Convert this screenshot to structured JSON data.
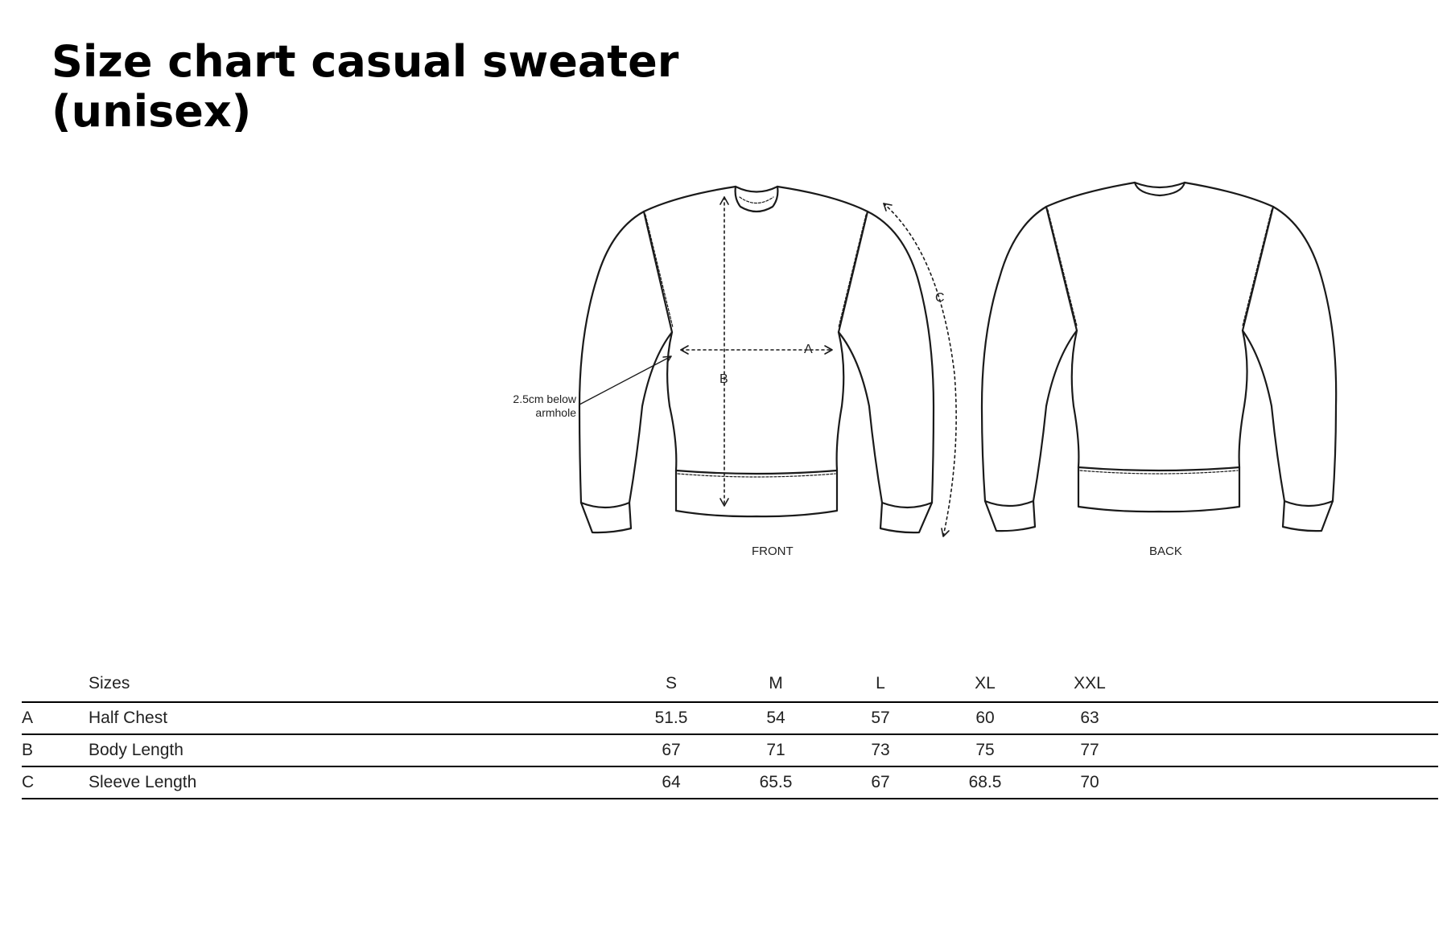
{
  "title_line1": "Size chart casual sweater",
  "title_line2": "(unisex)",
  "illustration": {
    "front_label": "FRONT",
    "back_label": "BACK",
    "marker_a": "A",
    "marker_b": "B",
    "marker_c": "C",
    "armhole_note_line1": "2.5cm below",
    "armhole_note_line2": "armhole",
    "line_color": "#1a1a1a"
  },
  "table": {
    "header_label": "Sizes",
    "sizes": [
      "S",
      "M",
      "L",
      "XL",
      "XXL"
    ],
    "rows": [
      {
        "code": "A",
        "name": "Half Chest",
        "values": [
          "51.5",
          "54",
          "57",
          "60",
          "63"
        ]
      },
      {
        "code": "B",
        "name": "Body Length",
        "values": [
          "67",
          "71",
          "73",
          "75",
          "77"
        ]
      },
      {
        "code": "C",
        "name": "Sleeve Length",
        "values": [
          "64",
          "65.5",
          "67",
          "68.5",
          "70"
        ]
      }
    ]
  }
}
